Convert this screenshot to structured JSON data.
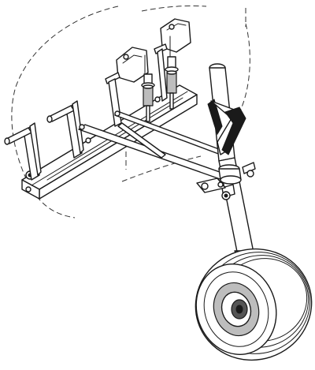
{
  "figure": {
    "subject": "nose-gear-and-rudder-pedal-assembly",
    "parts": [
      "fuselage-outline",
      "pedal-base-rail",
      "rudder-pedal",
      "brake-master-cylinder",
      "pushrod",
      "nose-gear-strut",
      "steering-bungee",
      "nose-wheel"
    ]
  }
}
